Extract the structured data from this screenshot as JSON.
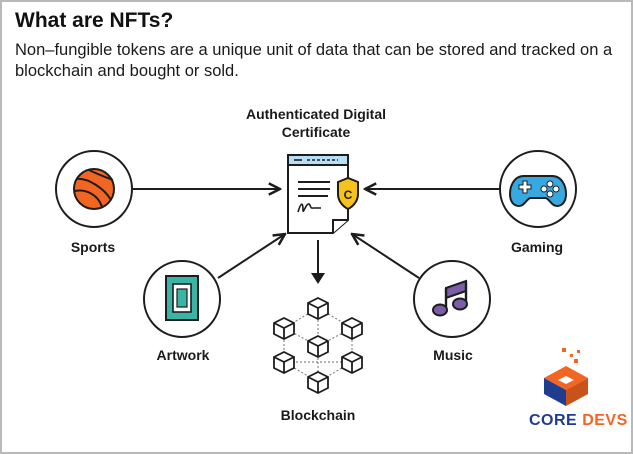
{
  "header": {
    "title": "What are NFTs?",
    "subtitle": "Non–fungible tokens are a unique unit of data that can be stored and tracked on a blockchain and bought or sold."
  },
  "nodes": {
    "certificate": "Authenticated Digital Certificate",
    "sports": "Sports",
    "gaming": "Gaming",
    "artwork": "Artwork",
    "music": "Music",
    "blockchain": "Blockchain"
  },
  "logo": {
    "word1": "CORE",
    "word2": "DEVS"
  },
  "colors": {
    "ink": "#1d1d1d",
    "orange": "#f26522",
    "gaming_blue": "#36a9e1",
    "art_teal": "#3ab5a5",
    "music_purple": "#7b5ea7",
    "cert_blue": "#b8def5",
    "shield_yellow": "#f7c21b",
    "brand_blue": "#1f3d8f"
  },
  "icons": [
    "certificate-icon",
    "shield-c-icon",
    "basketball-icon",
    "gamepad-icon",
    "picture-frame-icon",
    "music-note-icon",
    "blockchain-cubes-icon",
    "core-devs-logo-icon"
  ]
}
